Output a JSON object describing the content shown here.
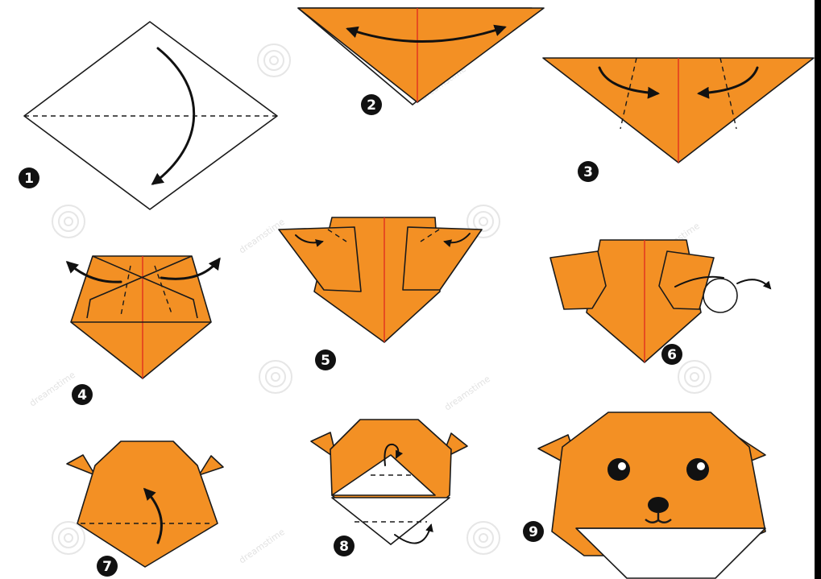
{
  "steps": [
    {
      "number": "1"
    },
    {
      "number": "2"
    },
    {
      "number": "3"
    },
    {
      "number": "4"
    },
    {
      "number": "5"
    },
    {
      "number": "6"
    },
    {
      "number": "7"
    },
    {
      "number": "8"
    },
    {
      "number": "9"
    }
  ],
  "watermark": {
    "text": "dreamstime"
  },
  "colors": {
    "paper": "#F39024",
    "crease": "#e0301e",
    "outline": "#1a1a1a",
    "badge": "#111111"
  }
}
